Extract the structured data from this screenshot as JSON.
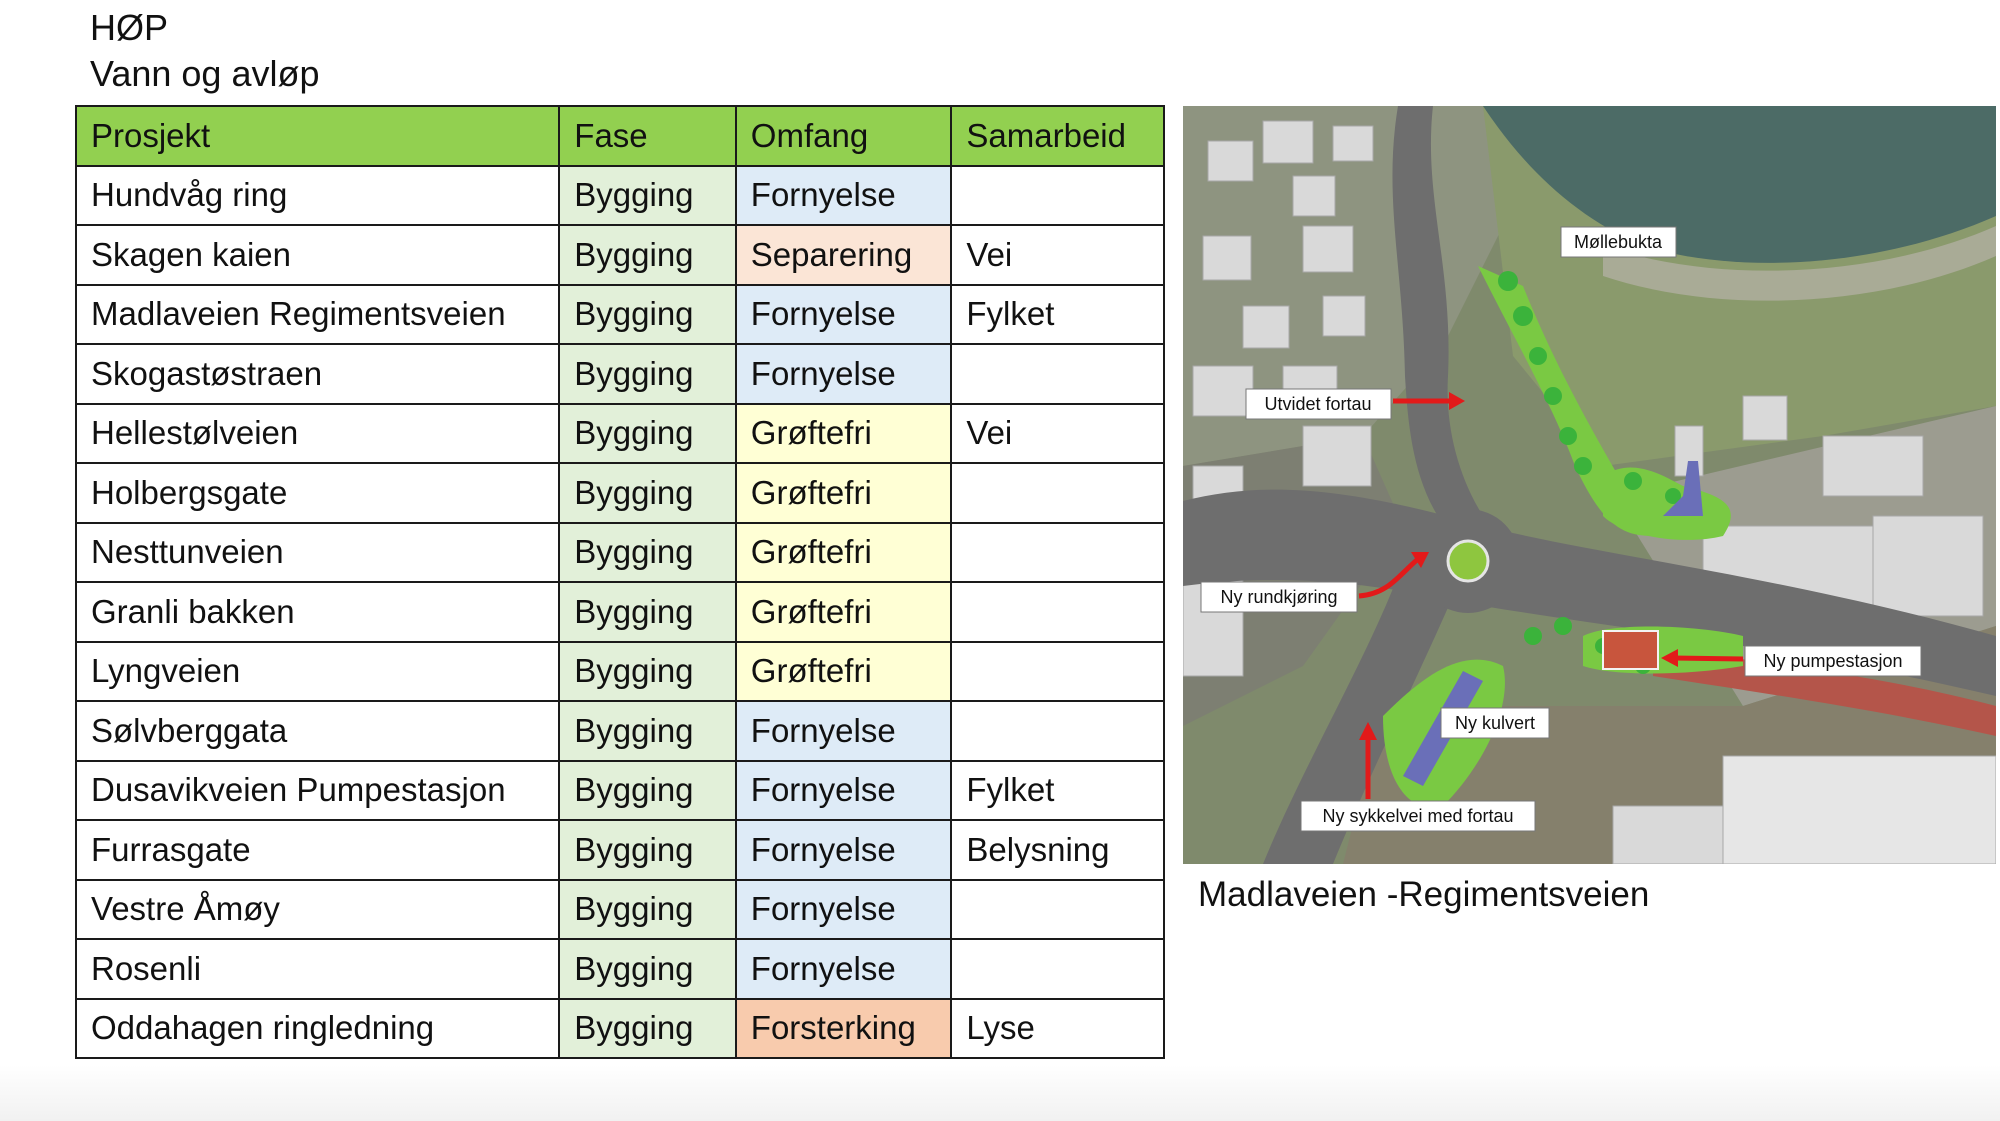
{
  "title": {
    "line1": "HØP",
    "line2": "Vann og avløp"
  },
  "table": {
    "headers": [
      "Prosjekt",
      "Fase",
      "Omfang",
      "Samarbeid"
    ],
    "rows": [
      {
        "prosjekt": "Hundvåg ring",
        "fase": "Bygging",
        "omfang": "Fornyelse",
        "samarbeid": ""
      },
      {
        "prosjekt": "Skagen kaien",
        "fase": "Bygging",
        "omfang": "Separering",
        "samarbeid": "Vei"
      },
      {
        "prosjekt": "Madlaveien Regimentsveien",
        "fase": "Bygging",
        "omfang": "Fornyelse",
        "samarbeid": "Fylket"
      },
      {
        "prosjekt": "Skogastøstraen",
        "fase": "Bygging",
        "omfang": "Fornyelse",
        "samarbeid": ""
      },
      {
        "prosjekt": "Hellestølveien",
        "fase": "Bygging",
        "omfang": "Grøftefri",
        "samarbeid": "Vei"
      },
      {
        "prosjekt": "Holbergsgate",
        "fase": "Bygging",
        "omfang": "Grøftefri",
        "samarbeid": ""
      },
      {
        "prosjekt": "Nesttunveien",
        "fase": "Bygging",
        "omfang": "Grøftefri",
        "samarbeid": ""
      },
      {
        "prosjekt": "Granli bakken",
        "fase": "Bygging",
        "omfang": "Grøftefri",
        "samarbeid": ""
      },
      {
        "prosjekt": "Lyngveien",
        "fase": "Bygging",
        "omfang": "Grøftefri",
        "samarbeid": ""
      },
      {
        "prosjekt": "Sølvberggata",
        "fase": "Bygging",
        "omfang": "Fornyelse",
        "samarbeid": ""
      },
      {
        "prosjekt": "Dusavikveien Pumpestasjon",
        "fase": "Bygging",
        "omfang": "Fornyelse",
        "samarbeid": "Fylket"
      },
      {
        "prosjekt": "Furrasgate",
        "fase": "Bygging",
        "omfang": "Fornyelse",
        "samarbeid": "Belysning"
      },
      {
        "prosjekt": "Vestre Åmøy",
        "fase": "Bygging",
        "omfang": "Fornyelse",
        "samarbeid": ""
      },
      {
        "prosjekt": "Rosenli",
        "fase": "Bygging",
        "omfang": "Fornyelse",
        "samarbeid": ""
      },
      {
        "prosjekt": "Oddahagen ringledning",
        "fase": "Bygging",
        "omfang": "Forsterking",
        "samarbeid": "Lyse"
      }
    ]
  },
  "colors": {
    "header": "#92d050",
    "fase_bygging": "#e2f0d9",
    "Fornyelse": "#deebf7",
    "Separering": "#fbe5d6",
    "Grøftefri": "#ffffd5",
    "Forsterking": "#f8cbad"
  },
  "map": {
    "labels": {
      "mollebukta": "Møllebukta",
      "utvidet_fortau": "Utvidet fortau",
      "ny_rundkjoring": "Ny rundkjøring",
      "ny_pumpestasjon": "Ny pumpestasjon",
      "ny_kulvert": "Ny kulvert",
      "ny_sykkelvei": "Ny sykkelvei med fortau"
    },
    "caption": "Madlaveien -Regimentsveien"
  }
}
